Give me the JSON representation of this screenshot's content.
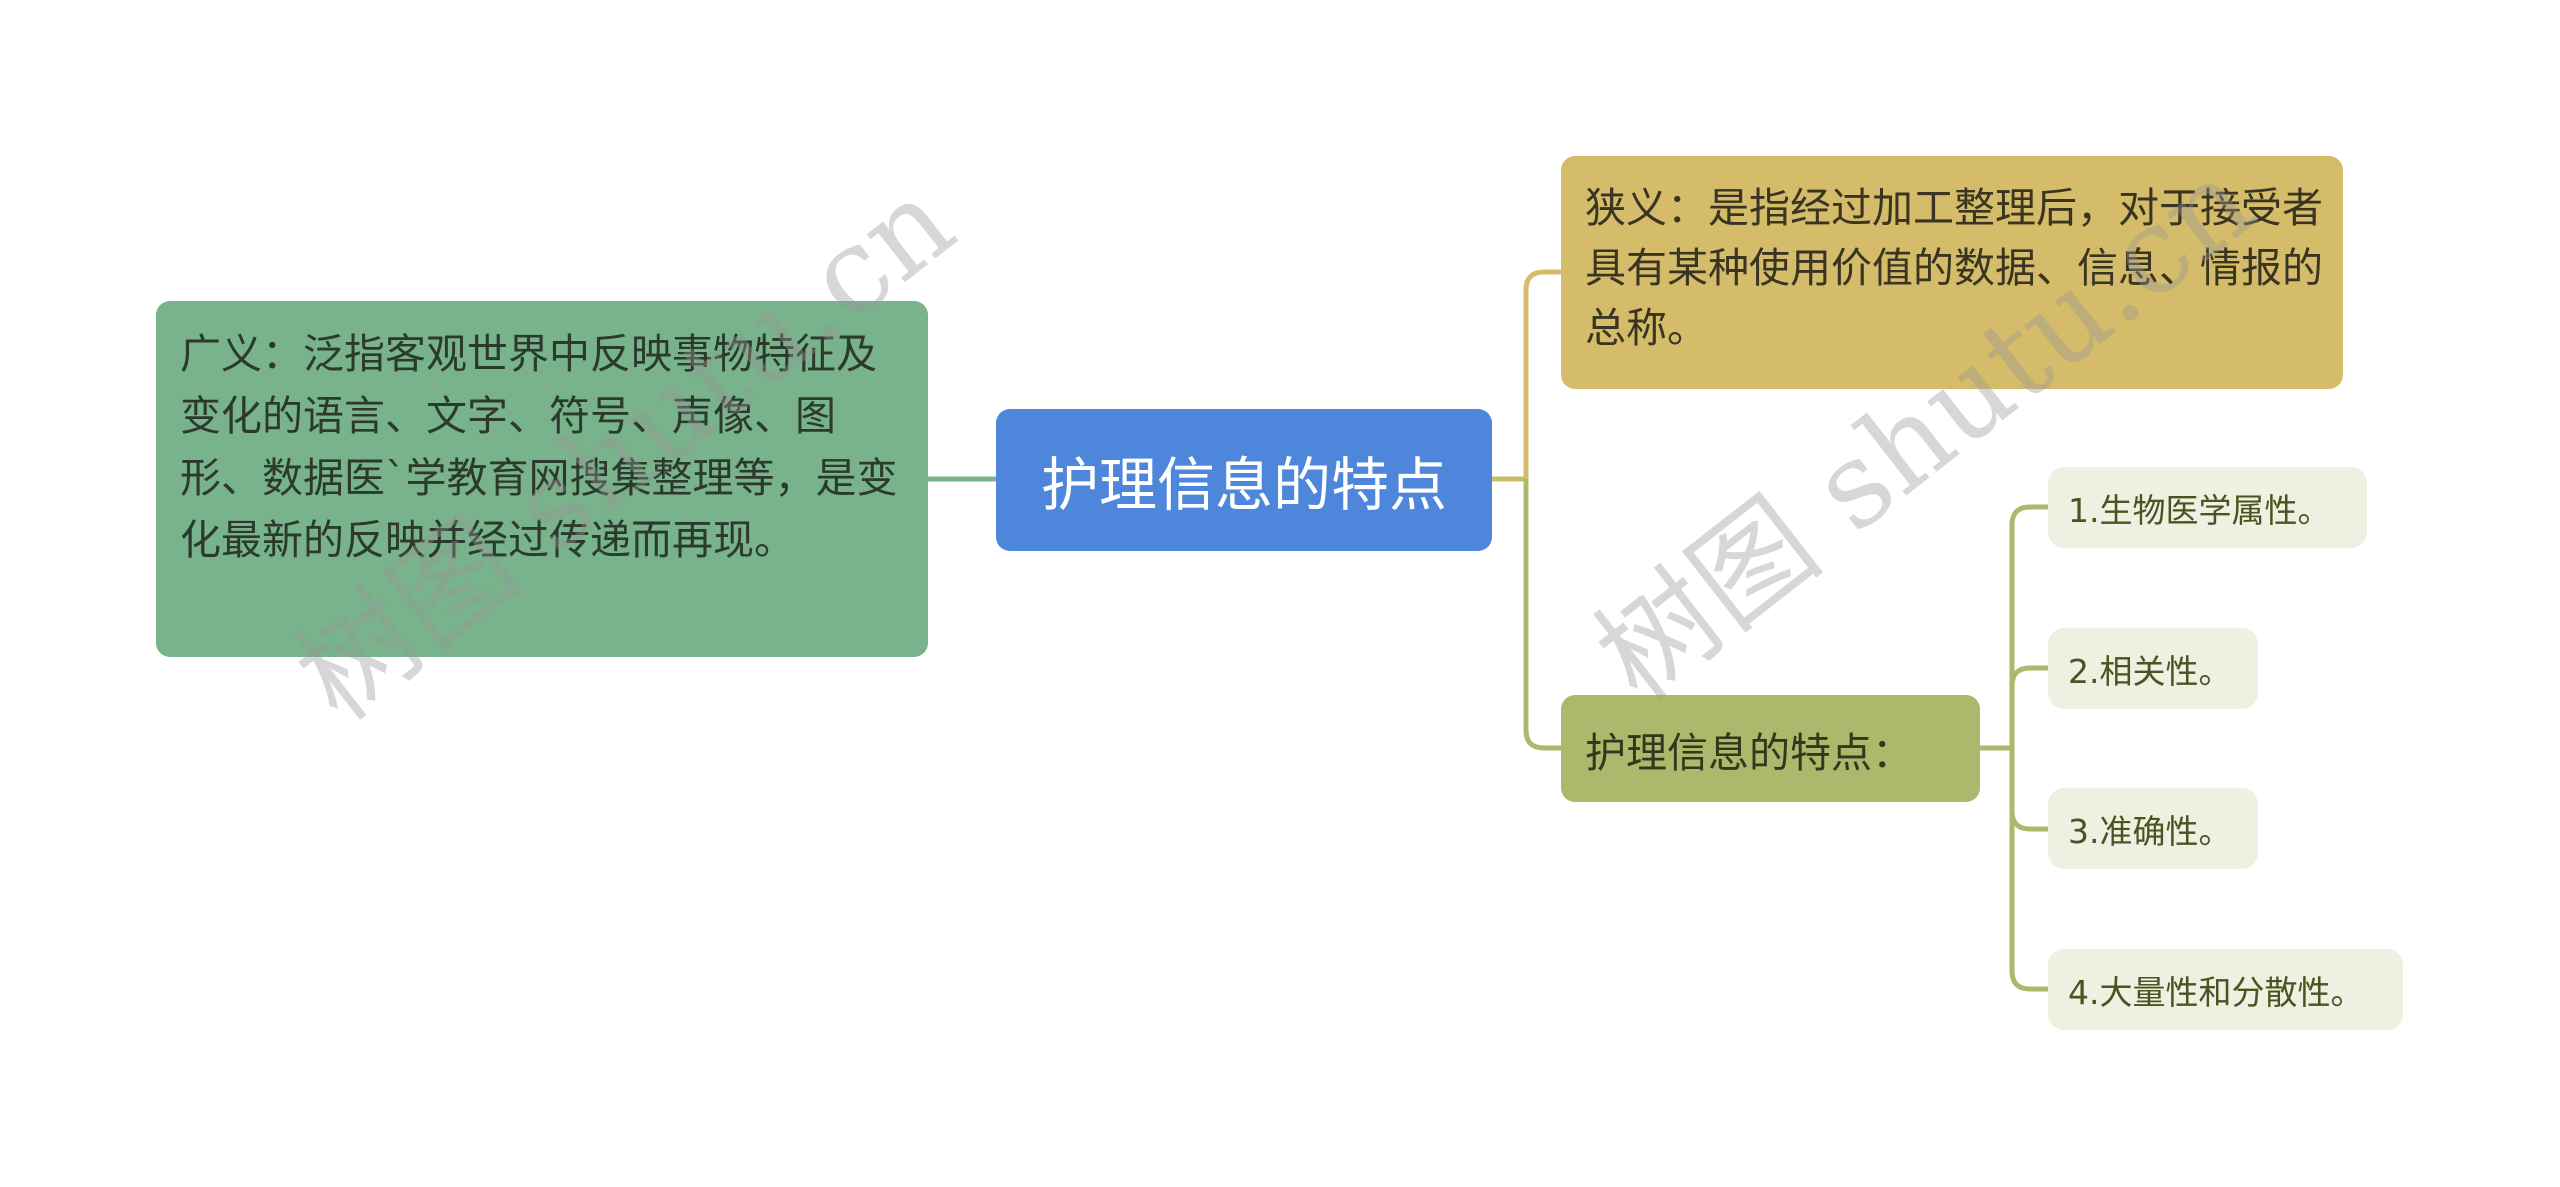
{
  "mindmap": {
    "root": {
      "label": "护理信息的特点",
      "color": "#4E86DB"
    },
    "left_branch": {
      "label": "广义：泛指客观世界中反映事物特征及变化的语言、文字、符号、声像、图形、数据医`学教育网搜集整理等，是变化最新的反映并经过传递而再现。",
      "color": "#79B38B"
    },
    "right_branches": [
      {
        "label": "狭义：是指经过加工整理后，对于接受者具有某种使用价值的数据、信息、情报的总称。",
        "color": "#D4BC6A"
      },
      {
        "label": "护理信息的特点：",
        "color": "#ADB86C",
        "children": [
          {
            "label": "1.生物医学属性。"
          },
          {
            "label": "2.相关性。"
          },
          {
            "label": "3.准确性。"
          },
          {
            "label": "4.大量性和分散性。"
          }
        ]
      }
    ],
    "leaf_color": "#EFEFE2"
  },
  "watermark": {
    "text": "树图 shutu.cn"
  }
}
